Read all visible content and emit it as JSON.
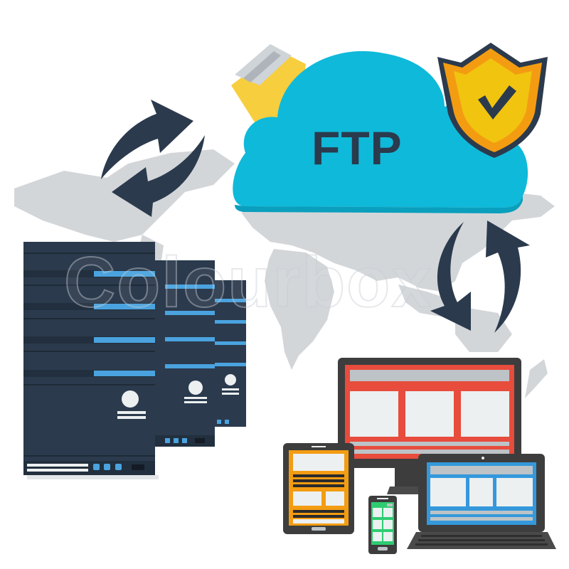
{
  "cloud": {
    "label": "FTP",
    "color": "#0fb9d9",
    "text_color": "#2b3a4d"
  },
  "shield": {
    "outer_color": "#f39c12",
    "inner_color": "#f1c40f",
    "check": "checkmark"
  },
  "folder": {
    "color": "#f7ce3e"
  },
  "sync_arrows": [
    {
      "position": "top-left",
      "color": "#2b3a4d"
    },
    {
      "position": "right",
      "color": "#2b3a4d"
    }
  ],
  "servers": {
    "count": 3,
    "body_color": "#2b3a4d",
    "led_color": "#4aa3df"
  },
  "devices": {
    "monitor": {
      "screen_color": "#e74c3c"
    },
    "laptop": {
      "screen_color": "#3498db"
    },
    "tablet": {
      "screen_color": "#f39c12"
    },
    "phone": {
      "screen_color": "#2ecc71"
    }
  },
  "watermark": {
    "text": "Colourbox"
  },
  "world_map": {
    "color": "#d3d6d9"
  }
}
